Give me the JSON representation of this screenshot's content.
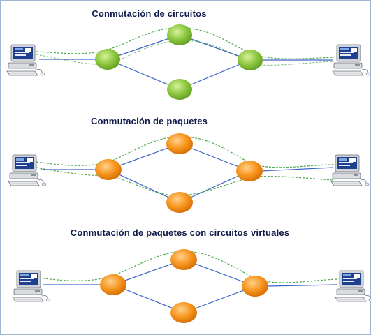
{
  "sections": [
    {
      "title": "Conmutación de circuitos",
      "node_color": "green",
      "path_color": "#4aa84a"
    },
    {
      "title": "Conmutación de paquetes",
      "node_color": "orange",
      "path_color": "#4aa84a"
    },
    {
      "title": "Conmutación de paquetes con circuitos virtuales",
      "node_color": "orange",
      "path_color": "#4aa84a"
    }
  ],
  "colors": {
    "link": "#3d64c8",
    "green_node": "#8cc63f",
    "orange_node": "#f7941d",
    "title_text": "#0d1b4a"
  },
  "icons": [
    "computer-icon",
    "router-node"
  ]
}
